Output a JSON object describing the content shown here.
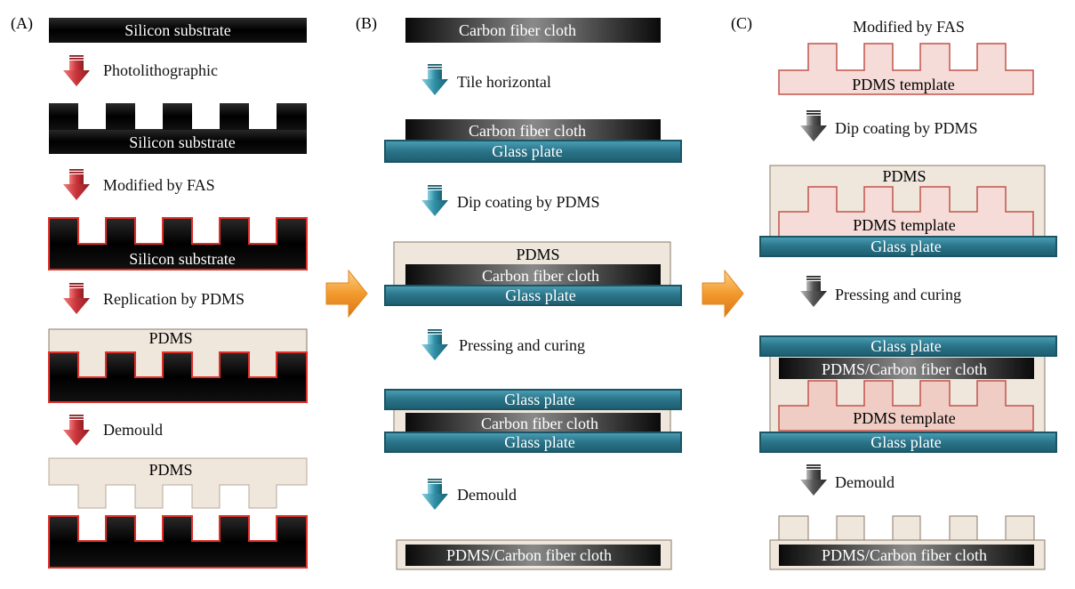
{
  "panels": {
    "a": {
      "label": "(A)",
      "substrate": "Silicon substrate",
      "steps": [
        "Photolithographic",
        "Modified by FAS",
        "Replication by PDMS",
        "Demould"
      ],
      "pdms": "PDMS"
    },
    "b": {
      "label": "(B)",
      "cloth": "Carbon fiber cloth",
      "steps": [
        "Tile horizontal",
        "Dip coating by PDMS",
        "Pressing and curing",
        "Demould"
      ],
      "glass": "Glass plate",
      "pdms": "PDMS",
      "composite": "PDMS/Carbon fiber cloth"
    },
    "c": {
      "label": "(C)",
      "steps": [
        "Modified by FAS",
        "Dip coating by PDMS",
        "Pressing and curing",
        "Demould"
      ],
      "template": "PDMS template",
      "pdms": "PDMS",
      "glass": "Glass plate",
      "composite": "PDMS/Carbon fiber cloth"
    }
  },
  "colors": {
    "arrow_a": "#c8343a",
    "arrow_b": "#2f8fa6",
    "arrow_c": "#555555",
    "big_arrow": "#f39a2c",
    "silicon": "#000000",
    "fas_line": "#e0302a",
    "pdms_fill": "#efe6dc",
    "template_fill": "#f6dcd8",
    "glass": "#2e7f95"
  },
  "icons": [
    "down-arrow-icon",
    "right-arrow-icon"
  ]
}
